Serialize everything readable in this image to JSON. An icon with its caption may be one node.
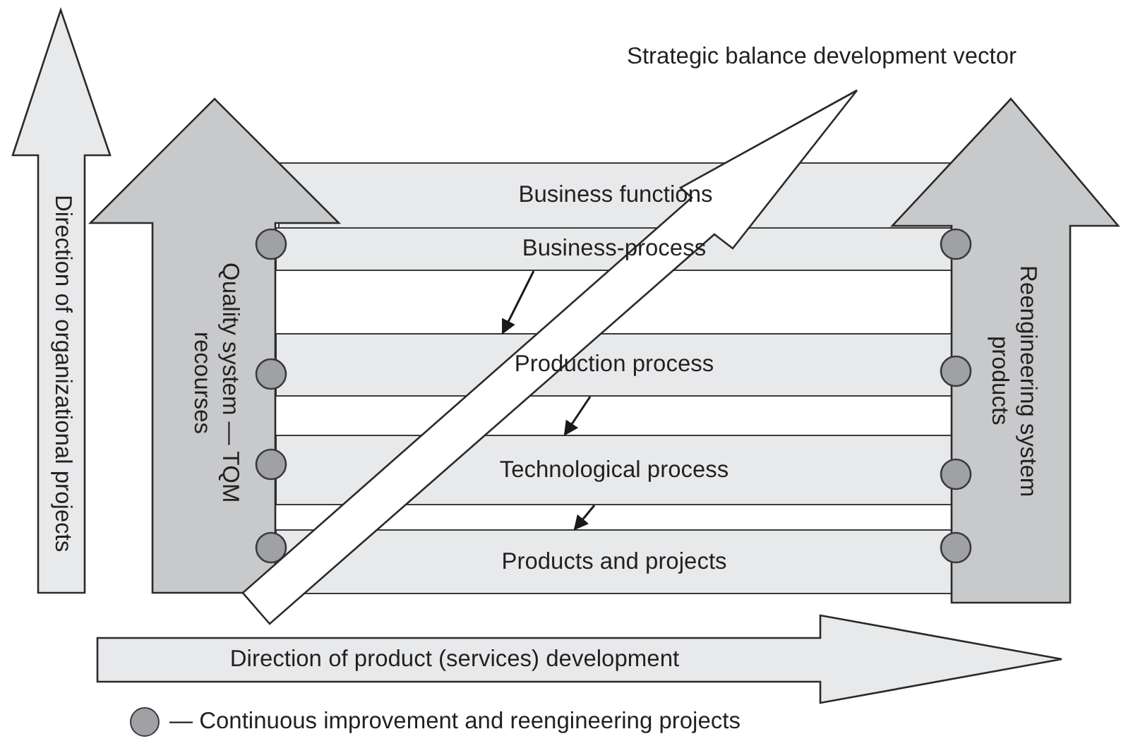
{
  "diagram": {
    "nodes": [
      {
        "text": [
          "Direction of organizational projects"
        ]
      },
      {
        "text": [
          "Quality system — TQM recourses"
        ]
      },
      {
        "text": [
          "Reengineering system products"
        ]
      },
      {
        "text": [
          "Business functions"
        ]
      },
      {
        "text": [
          "Business-process"
        ]
      },
      {
        "text": [
          "Production process"
        ]
      },
      {
        "text": [
          "Technological process"
        ]
      },
      {
        "text": [
          "Products and projects"
        ]
      },
      {
        "text": [
          "Strategic balance development vector"
        ]
      },
      {
        "text": [
          "Direction of product (services) development"
        ]
      }
    ],
    "edges": [
      {
        "from": 4,
        "to": 5,
        "arrow": "to"
      },
      {
        "from": 5,
        "to": 6,
        "arrow": "to"
      },
      {
        "from": 6,
        "to": 7,
        "arrow": "to"
      }
    ],
    "legend": [
      {
        "text": "— Continuous improvement and reengineering projects"
      }
    ]
  }
}
